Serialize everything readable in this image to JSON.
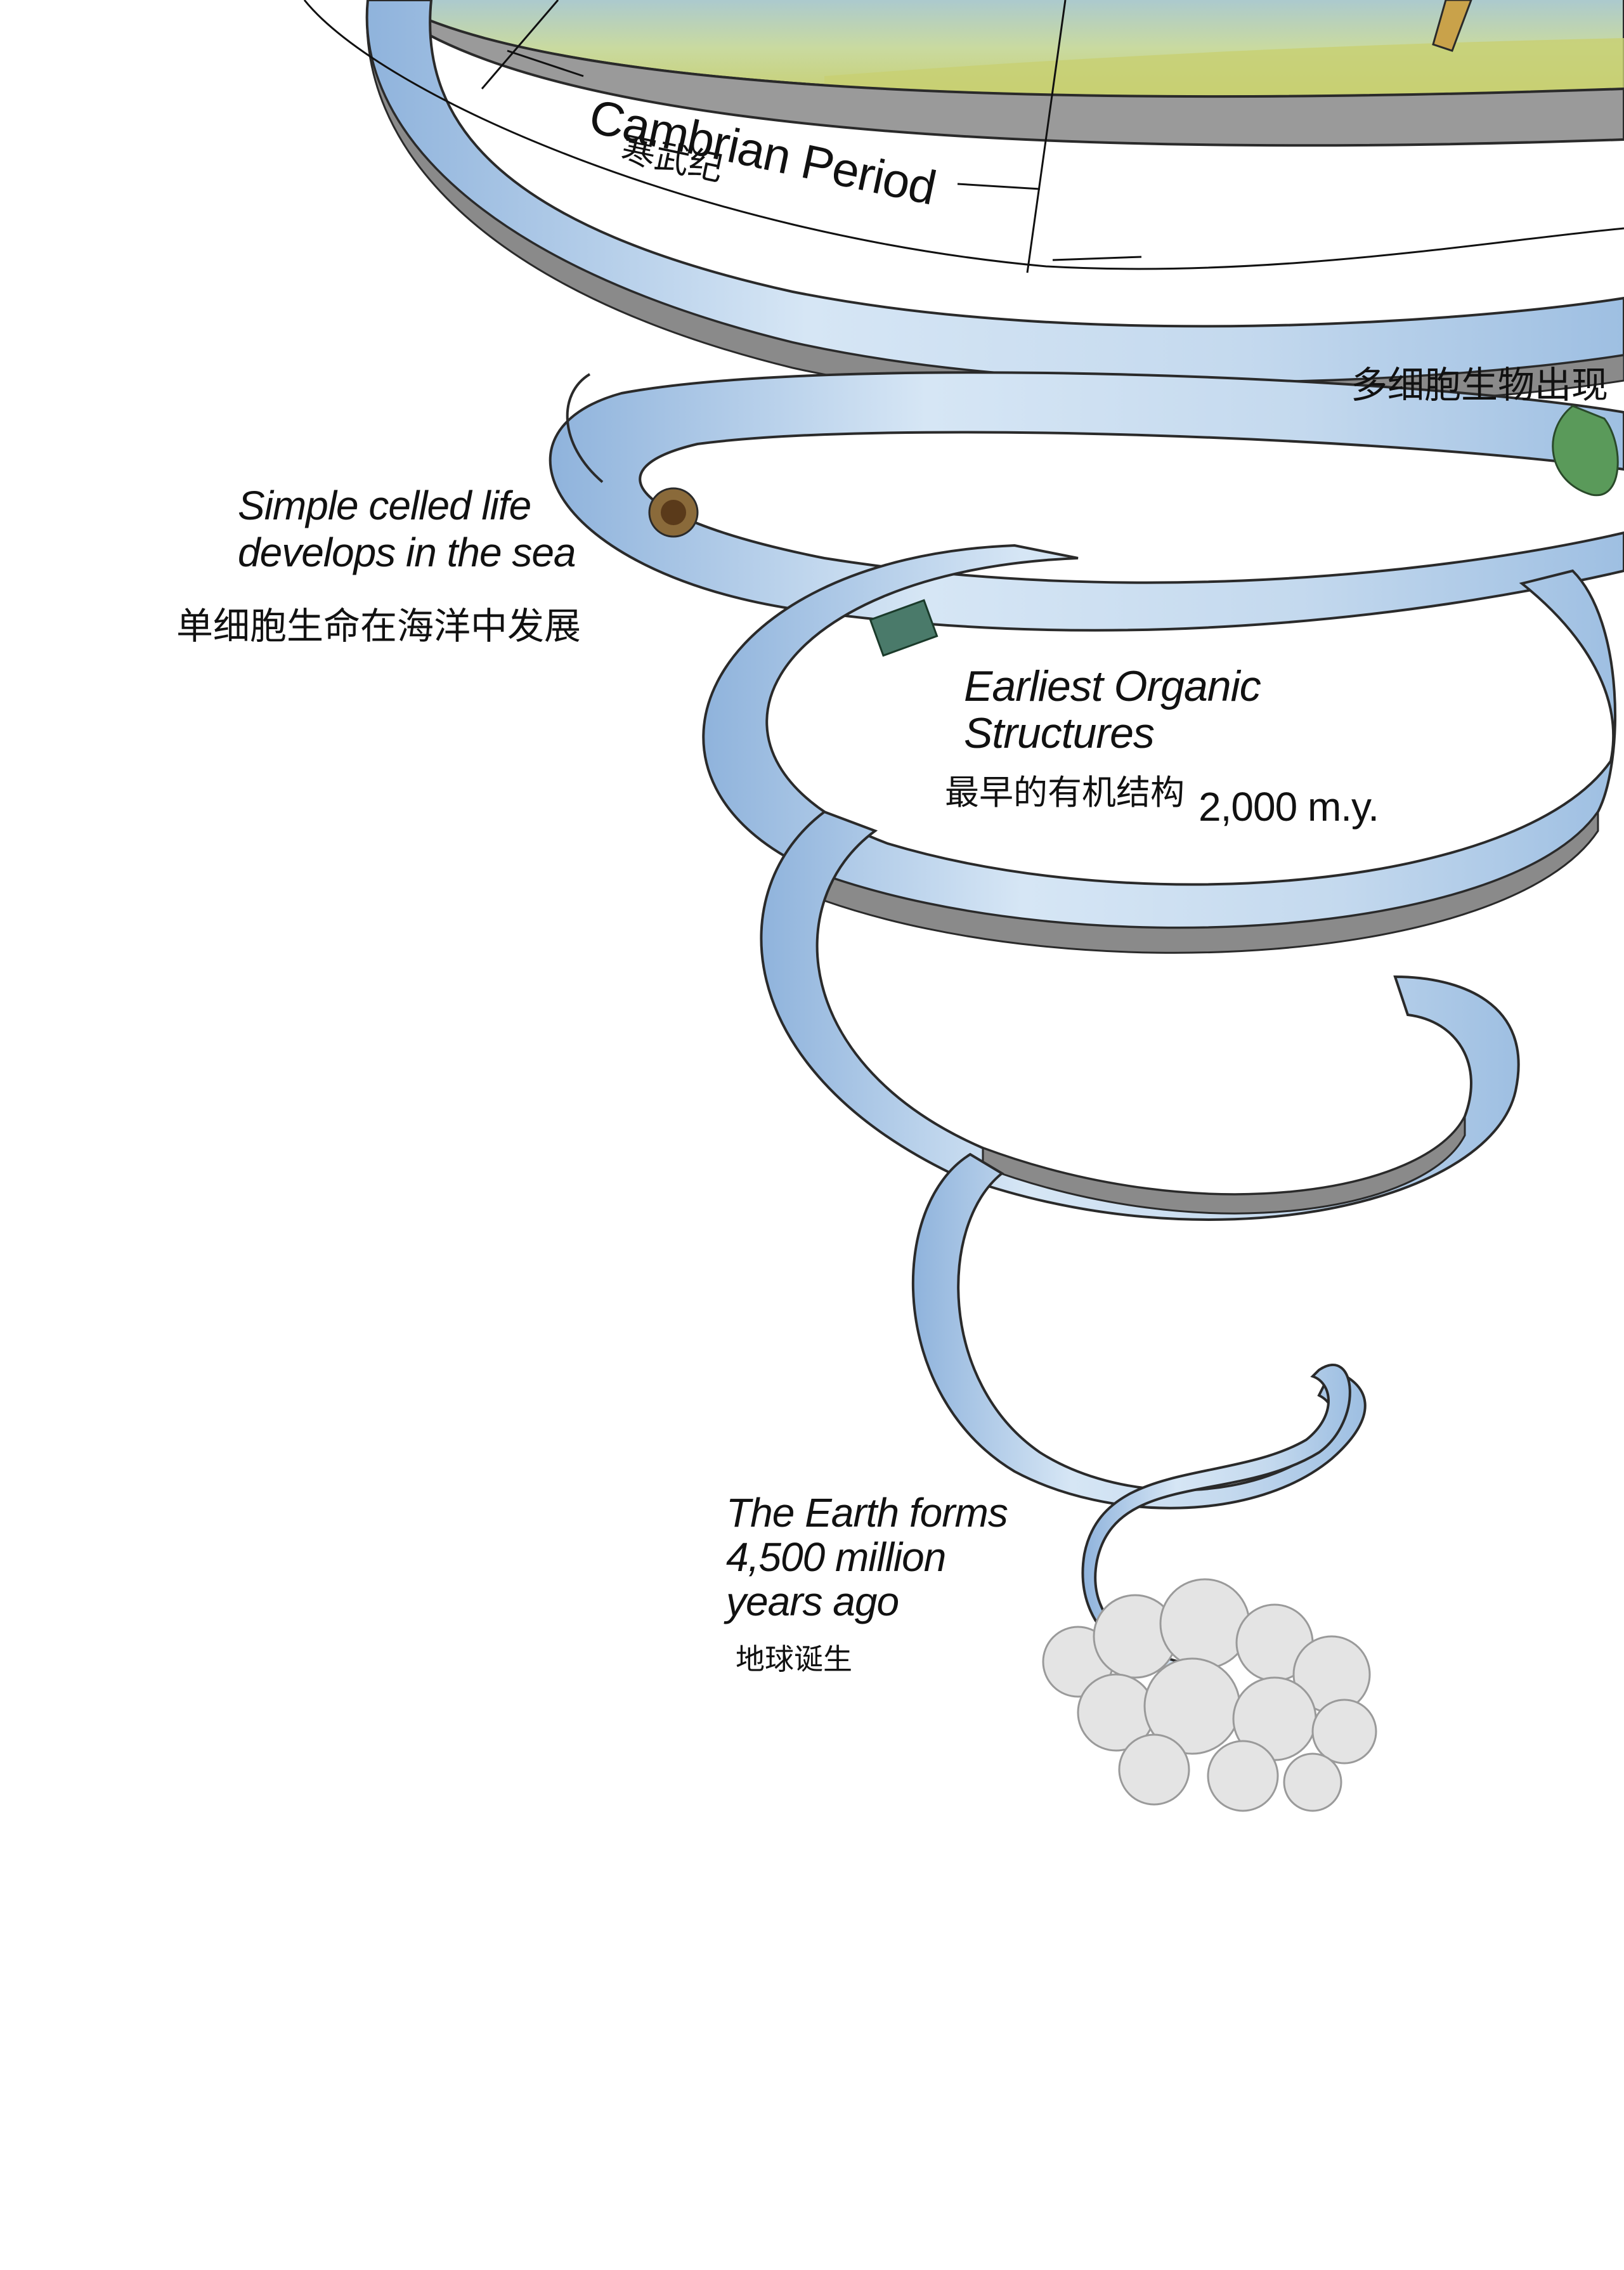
{
  "period": {
    "name": "Cambrian Period",
    "name_zh": "寒武纪"
  },
  "multicellular": {
    "label_zh": "多细胞生物出现"
  },
  "simple_life": {
    "line1": "Simple celled life",
    "line2": "develops in the sea",
    "label_zh": "单细胞生命在海洋中发展"
  },
  "organic": {
    "line1": "Earliest Organic",
    "line2": "Structures",
    "label_zh": "最早的有机结构",
    "age": "2,000 m.y."
  },
  "earth": {
    "line1": "The Earth forms",
    "line2": "4,500 million",
    "line3": "years ago",
    "label_zh": "地球诞生"
  },
  "colors": {
    "ribbon_fill": "#c9ddf0",
    "ribbon_shade": "#8fb3dc",
    "ribbon_edge": "#8a8a8a",
    "outline": "#2a2a2a",
    "land": "#c8cf72",
    "cloud": "#d8d8d8"
  }
}
